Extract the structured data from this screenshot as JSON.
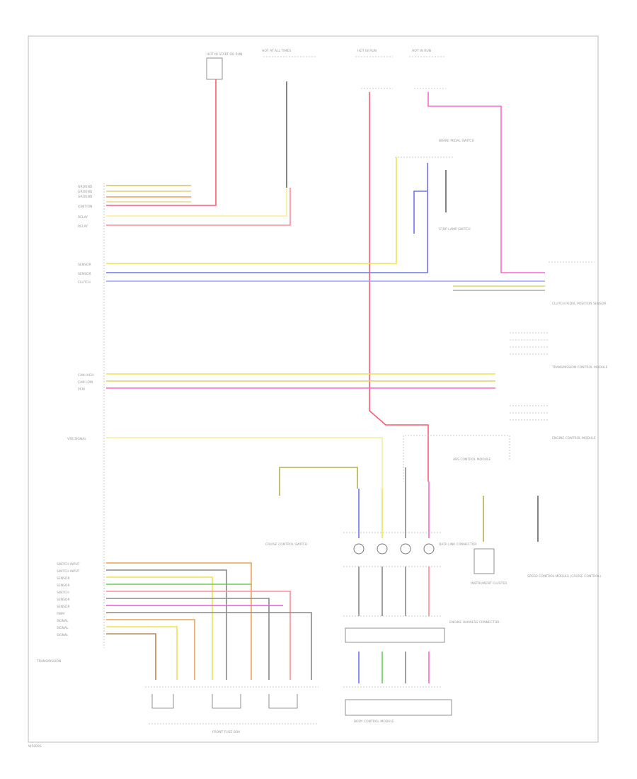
{
  "frame": {
    "footer_code": "W5009S"
  },
  "modules": {
    "hot_at_all_times_relay": {
      "label": "HOT IN START OR RUN"
    },
    "hot_run_mainfuse": {
      "label": "HOT AT ALL TIMES"
    },
    "hot_run_1": {
      "label": "HOT IN RUN"
    },
    "hot_run_2": {
      "label": "HOT IN RUN"
    },
    "brake_switch": {
      "label": "BRAKE PEDAL SWITCH"
    },
    "stop_lamp_switch": {
      "label": "STOP LAMP SWITCH"
    },
    "clutch_switch": {
      "label": "CLUTCH PEDAL POSITION SENSOR"
    },
    "transmission_ctrl": {
      "label": "TRANSMISSION CONTROL MODULE"
    },
    "ecm": {
      "label": "ENGINE CONTROL MODULE"
    },
    "abs_module": {
      "label": "ABS CONTROL MODULE"
    },
    "fuse_block": {
      "label": "FRONT FUSE BOX"
    },
    "data_connector": {
      "label": "DATA LINK CONNECTOR"
    },
    "engine_harness": {
      "label": "ENGINE HARNESS CONNECTOR"
    },
    "body_ctrl": {
      "label": "BODY CONTROL MODULE"
    },
    "cruise_sw": {
      "label": "CRUISE CONTROL SWITCH"
    },
    "speed_ctrl_module": {
      "label": "SPEED CONTROL MODULE (CRUISE CONTROL)"
    },
    "instrument_cluster": {
      "label": "INSTRUMENT CLUSTER"
    },
    "left_connector": {
      "label": "TRANSMISSION"
    }
  },
  "pin_labels_left": [
    "GROUND",
    "GROUND",
    "GROUND",
    "IGNITION",
    "RELAY",
    "RELAY",
    "SENSOR",
    "SENSOR",
    "CLUTCH",
    "CAN HIGH",
    "CAN LOW",
    "PCM",
    "VSS SIGNAL",
    "SWITCH INPUT",
    "SWITCH INPUT",
    "SENSOR",
    "SENSOR",
    "SWITCH",
    "SENSOR",
    "SENSOR",
    "PWM",
    "SIGNAL",
    "SIGNAL",
    "SIGNAL"
  ],
  "wire_colors": {
    "red": "#ff5a6e",
    "pink": "#ff66cc",
    "yellow": "#f2e34d",
    "light_yellow": "#f5ef9a",
    "blue": "#6f73f0",
    "light_blue": "#9aa0ff",
    "green": "#66cc55",
    "orange": "#f0a050",
    "gray": "#888888",
    "brown": "#b98a55",
    "magenta": "#ee55dd"
  }
}
